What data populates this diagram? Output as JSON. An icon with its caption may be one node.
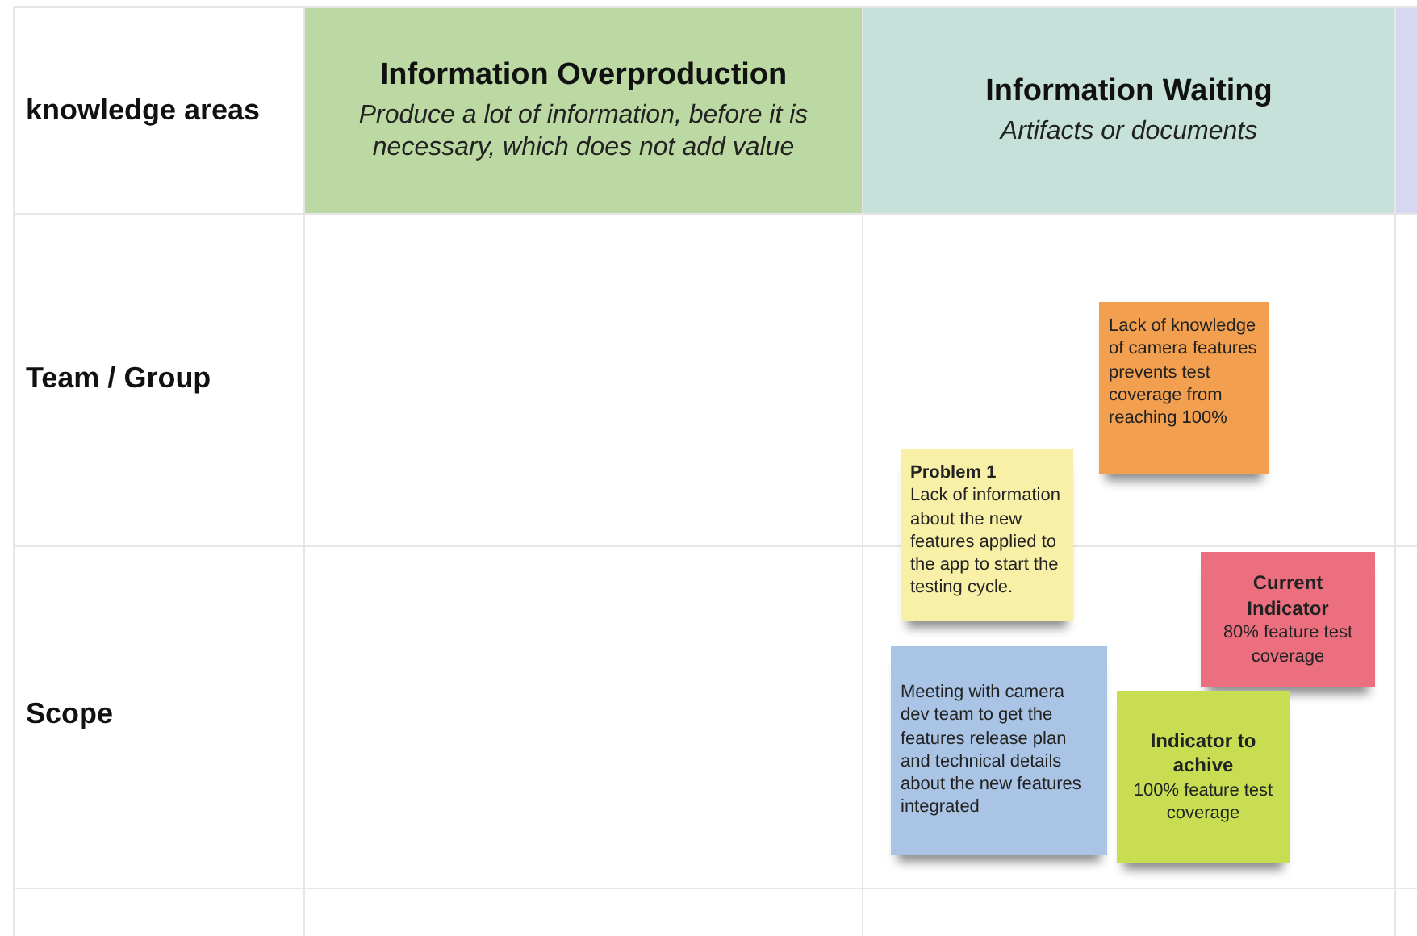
{
  "diagram": {
    "nodes": [
      {
        "text": [
          "Information Overproduction",
          "Produce a lot of information, before it is necessary, which does not add value"
        ]
      },
      {
        "text": [
          "Information Waiting",
          "Artifacts or documents"
        ]
      },
      {
        "text": [
          "Lack of knowledge of camera features prevents test coverage from reaching 100%"
        ]
      },
      {
        "text": [
          "Problem 1",
          "Lack of information about the new features applied to the app to start the testing cycle."
        ]
      },
      {
        "text": [
          "Current Indicator",
          "80% feature test coverage"
        ]
      },
      {
        "text": [
          "Meeting with camera dev team to get the features release plan and technical details about the new features integrated"
        ]
      },
      {
        "text": [
          "Indicator to achive",
          "100% feature test coverage"
        ]
      }
    ],
    "labels": [
      "knowledge areas",
      "Team / Group",
      "Scope"
    ]
  }
}
